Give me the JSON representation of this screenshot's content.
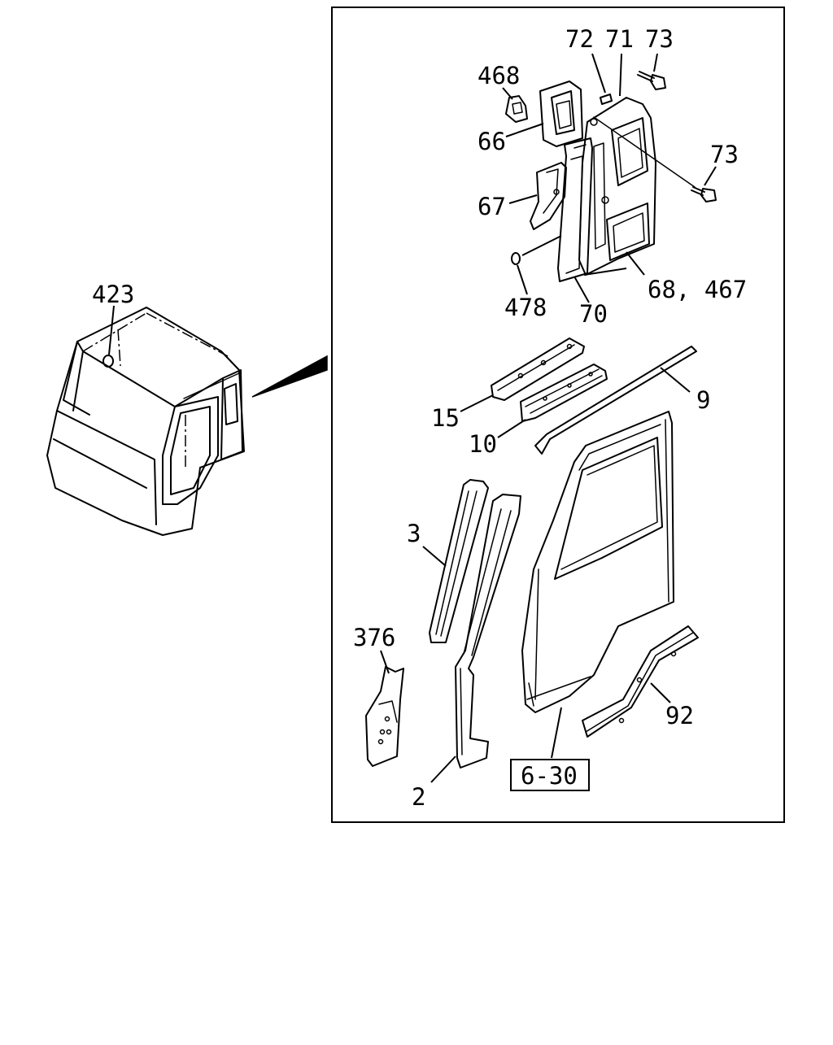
{
  "labels": {
    "p423": "423",
    "p468": "468",
    "p72": "72",
    "p71": "71",
    "p73_top": "73",
    "p73_mid": "73",
    "p66": "66",
    "p67": "67",
    "p478": "478",
    "p70": "70",
    "p68_467": "68, 467",
    "p15": "15",
    "p9": "9",
    "p10": "10",
    "p3": "3",
    "p376": "376",
    "p2": "2",
    "p92": "92",
    "ref_6_30": "6-30"
  }
}
